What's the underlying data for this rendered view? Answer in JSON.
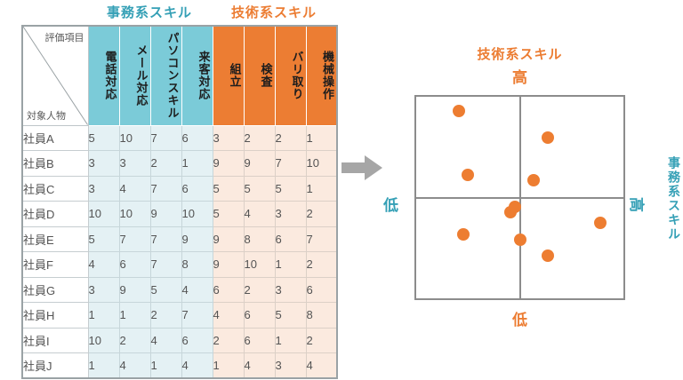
{
  "colors": {
    "teal_header": "#7BCBD8",
    "teal_text": "#35A0B6",
    "orange": "#EC7D33",
    "office_cell_bg": "#E4F1F4",
    "tech_cell_bg": "#FBEADF",
    "dot": "#ED7D31",
    "arrow": "#A6A6A6",
    "grid": "#8C8C8C"
  },
  "icons": {
    "flow_arrow": "right-arrow-icon"
  },
  "table": {
    "corner": {
      "top_right": "評価項目",
      "bottom_left": "対象人物"
    },
    "groups": [
      {
        "label": "事務系スキル",
        "columns": [
          "電話対応",
          "メール対応",
          "パソコンスキル",
          "来客対応"
        ]
      },
      {
        "label": "技術系スキル",
        "columns": [
          "組立",
          "検査",
          "バリ取り",
          "機械操作"
        ]
      }
    ],
    "rows": [
      {
        "name": "社員A",
        "values": [
          5,
          10,
          7,
          6,
          3,
          2,
          2,
          1
        ]
      },
      {
        "name": "社員B",
        "values": [
          3,
          3,
          2,
          1,
          9,
          9,
          7,
          10
        ]
      },
      {
        "name": "社員C",
        "values": [
          3,
          4,
          7,
          6,
          5,
          5,
          5,
          1
        ]
      },
      {
        "name": "社員D",
        "values": [
          10,
          10,
          9,
          10,
          5,
          4,
          3,
          2
        ]
      },
      {
        "name": "社員E",
        "values": [
          5,
          7,
          7,
          9,
          9,
          8,
          6,
          7
        ]
      },
      {
        "name": "社員F",
        "values": [
          4,
          6,
          7,
          8,
          9,
          10,
          1,
          2
        ]
      },
      {
        "name": "社員G",
        "values": [
          3,
          9,
          5,
          4,
          6,
          2,
          3,
          6
        ]
      },
      {
        "name": "社員H",
        "values": [
          1,
          1,
          2,
          7,
          4,
          6,
          5,
          8
        ]
      },
      {
        "name": "社員I",
        "values": [
          10,
          2,
          4,
          6,
          2,
          6,
          1,
          2
        ]
      },
      {
        "name": "社員J",
        "values": [
          1,
          4,
          1,
          4,
          1,
          4,
          3,
          4
        ]
      }
    ]
  },
  "chart_data": {
    "type": "scatter",
    "grid": "quadrant",
    "legend": false,
    "dot_color": "#ED7D31",
    "x_axis": {
      "label": "事務系スキル",
      "low_label": "低",
      "high_label": "高",
      "range": [
        0,
        11
      ]
    },
    "y_axis": {
      "label": "技術系スキル",
      "low_label": "低",
      "high_label": "高",
      "range": [
        0,
        9.4
      ]
    },
    "points": [
      {
        "name": "社員A",
        "x": 7,
        "y": 2
      },
      {
        "name": "社員B",
        "x": 2.25,
        "y": 8.75
      },
      {
        "name": "社員C",
        "x": 5,
        "y": 4
      },
      {
        "name": "社員D",
        "x": 9.75,
        "y": 3.5
      },
      {
        "name": "社員E",
        "x": 7,
        "y": 7.5
      },
      {
        "name": "社員F",
        "x": 6.25,
        "y": 5.5
      },
      {
        "name": "社員G",
        "x": 5.25,
        "y": 4.25
      },
      {
        "name": "社員H",
        "x": 2.75,
        "y": 5.75
      },
      {
        "name": "社員I",
        "x": 5.5,
        "y": 2.75
      },
      {
        "name": "社員J",
        "x": 2.5,
        "y": 3
      }
    ]
  }
}
